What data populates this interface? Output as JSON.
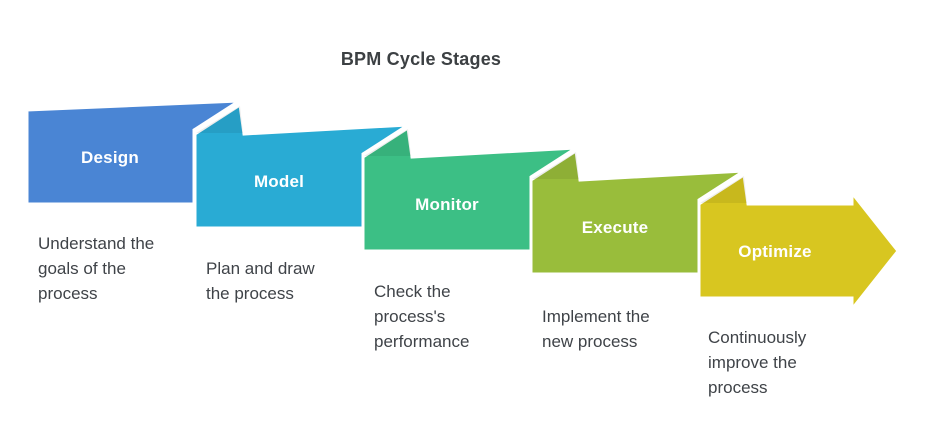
{
  "title": "BPM Cycle Stages",
  "colors": {
    "background": "#ffffff",
    "title_text": "#3c4043",
    "description_text": "#3f4348",
    "label_text": "#ffffff",
    "stage_design": "#4a85d4",
    "stage_model": "#29abd4",
    "stage_monitor": "#3cbf85",
    "stage_execute": "#99bd3b",
    "stage_optimize": "#d8c620"
  },
  "stages": [
    {
      "label": "Design",
      "color": "#4a85d4",
      "desc_lines": [
        "Understand the",
        "goals of the",
        "process"
      ]
    },
    {
      "label": "Model",
      "color": "#29abd4",
      "desc_lines": [
        "Plan and draw",
        "the process"
      ]
    },
    {
      "label": "Monitor",
      "color": "#3cbf85",
      "desc_lines": [
        "Check the",
        "process's",
        "performance"
      ]
    },
    {
      "label": "Execute",
      "color": "#99bd3b",
      "desc_lines": [
        "Implement the",
        "new process"
      ]
    },
    {
      "label": "Optimize",
      "color": "#d8c620",
      "desc_lines": [
        "Continuously",
        "improve the",
        "process"
      ]
    }
  ]
}
